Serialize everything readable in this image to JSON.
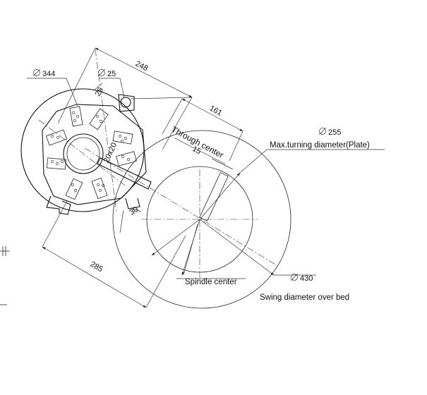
{
  "labels": {
    "phi_344": "344",
    "phi_25": "25",
    "dim_248": "248",
    "dim_26": "26",
    "dim_161": "161",
    "dim_15": "15",
    "dim_30": "30",
    "dim_285": "285",
    "tool_size": "20x20",
    "through_center": "Through center",
    "phi_255": "255",
    "max_turning": "Max.turning diameter(Plate)",
    "phi_430": "430",
    "spindle_center": "Spindle center",
    "swing_diameter": "Swing diameter over bed"
  },
  "colors": {
    "line": "#111111",
    "background": "#ffffff"
  },
  "icons": {
    "diameter": "diameter-symbol"
  }
}
